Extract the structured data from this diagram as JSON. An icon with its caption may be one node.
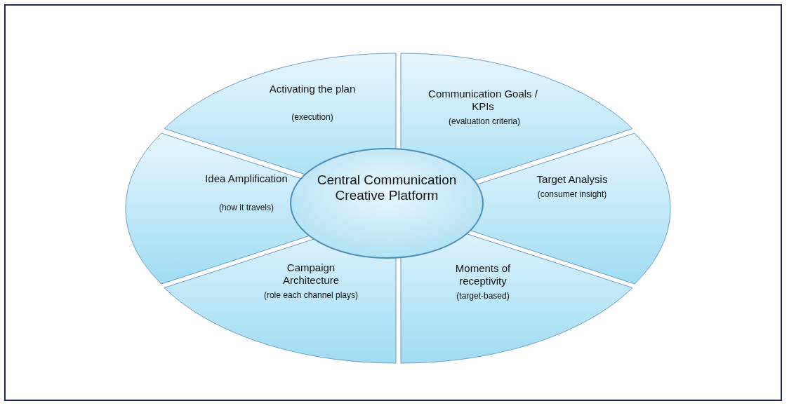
{
  "diagram": {
    "nodes": [
      {
        "text": [
          "Activating the plan",
          "(execution)"
        ]
      },
      {
        "text": [
          "Communication Goals / KPIs",
          "(evaluation criteria)"
        ]
      },
      {
        "text": [
          "Idea Amplification",
          "(how it travels)"
        ]
      },
      {
        "text": [
          "Central Communication Creative Platform"
        ]
      },
      {
        "text": [
          "Target Analysis",
          "(consumer insight)"
        ]
      },
      {
        "text": [
          "Campaign Architecture",
          "(role each channel plays)"
        ]
      },
      {
        "text": [
          "Moments of receptivity",
          "(target-based)"
        ]
      }
    ]
  }
}
